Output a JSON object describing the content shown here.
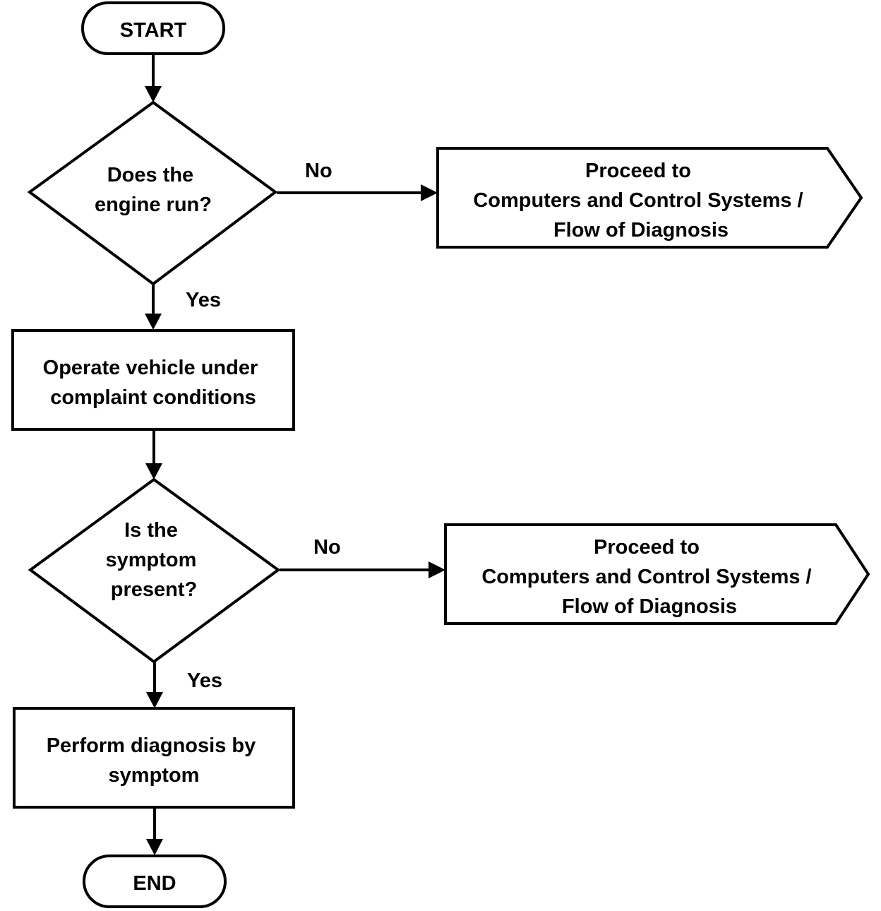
{
  "nodes": {
    "start": {
      "label": "START"
    },
    "engine_runs": {
      "lines": [
        "Does the",
        "engine run?"
      ]
    },
    "proceed_1": {
      "lines": [
        "Proceed to",
        "Computers and Control Systems /",
        "Flow of Diagnosis"
      ]
    },
    "operate_vehicle": {
      "lines": [
        "Operate vehicle under",
        "complaint conditions"
      ]
    },
    "symptom_present": {
      "lines": [
        "Is the",
        "symptom",
        "present?"
      ]
    },
    "proceed_2": {
      "lines": [
        "Proceed to",
        "Computers and Control Systems /",
        "Flow of Diagnosis"
      ]
    },
    "perform_diagnosis": {
      "lines": [
        "Perform diagnosis by",
        "symptom"
      ]
    },
    "end": {
      "label": "END"
    }
  },
  "edges": {
    "engine_no": "No",
    "engine_yes": "Yes",
    "symptom_no": "No",
    "symptom_yes": "Yes"
  }
}
